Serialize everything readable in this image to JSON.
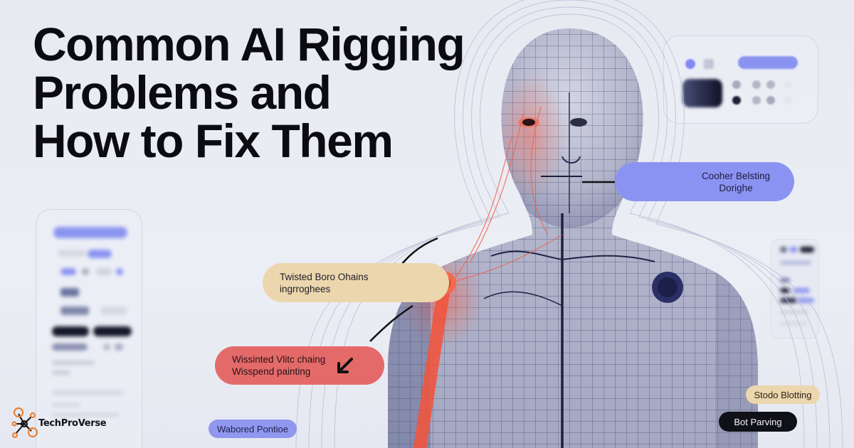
{
  "title": {
    "lines": [
      "Common AI Rigging",
      "Problems and",
      "How to Fix Them"
    ]
  },
  "callouts": {
    "blue": {
      "line1": "Cooher Belsting",
      "line2": "Dorighe"
    },
    "tan": {
      "line1": "Twisted Boro Ohains",
      "line2": "ingrroghees"
    },
    "red": {
      "line1": "Wissinted Vlitc chaing",
      "line2": "Wisspend painting"
    }
  },
  "chips": {
    "purple": "Wabored Pontioe",
    "tan": "Stodo Blotting",
    "black": "Bot Parving"
  },
  "brand": {
    "name": "TechProVerse",
    "logo_icon": "network-nodes-icon",
    "accent": "#e8833a"
  },
  "colors": {
    "background": "#eaecf3",
    "blue_callout": "#8b93f2",
    "tan_callout": "#ecd6ae",
    "red_callout": "#e46a6a",
    "mesh": "#9a9fbe",
    "mesh_line": "#2a2e55",
    "problem_red": "#f0563f"
  }
}
